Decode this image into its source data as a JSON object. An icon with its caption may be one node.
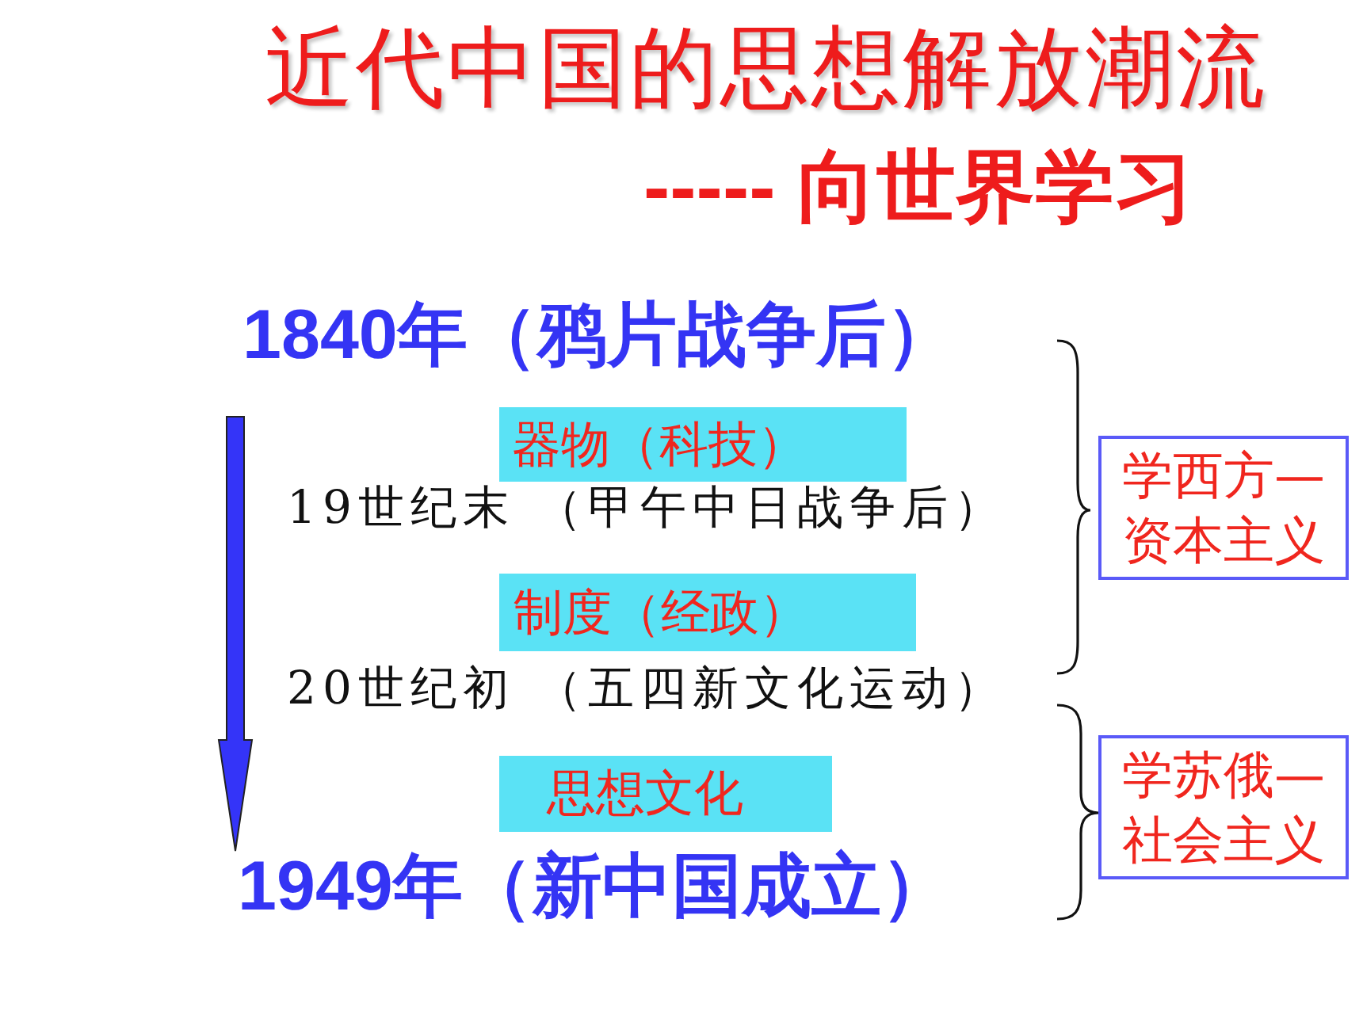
{
  "diagram": {
    "title": "近代中国的思想解放潮流",
    "nodes": [
      {
        "text": [
          "器物（科技）"
        ]
      },
      {
        "text": [
          "学西方—资本主义"
        ]
      },
      {
        "text": [
          "制度（经政）"
        ]
      },
      {
        "text": [
          "学苏俄—社会主义"
        ]
      },
      {
        "text": [
          "思想文化"
        ]
      }
    ],
    "labels": [
      "----- 向世界学习",
      "1840年（鸦片战争后）",
      "19世纪末 （甲午中日战争后）",
      "20世纪初 （五四新文化运动）",
      "1949年（新中国成立）"
    ]
  }
}
